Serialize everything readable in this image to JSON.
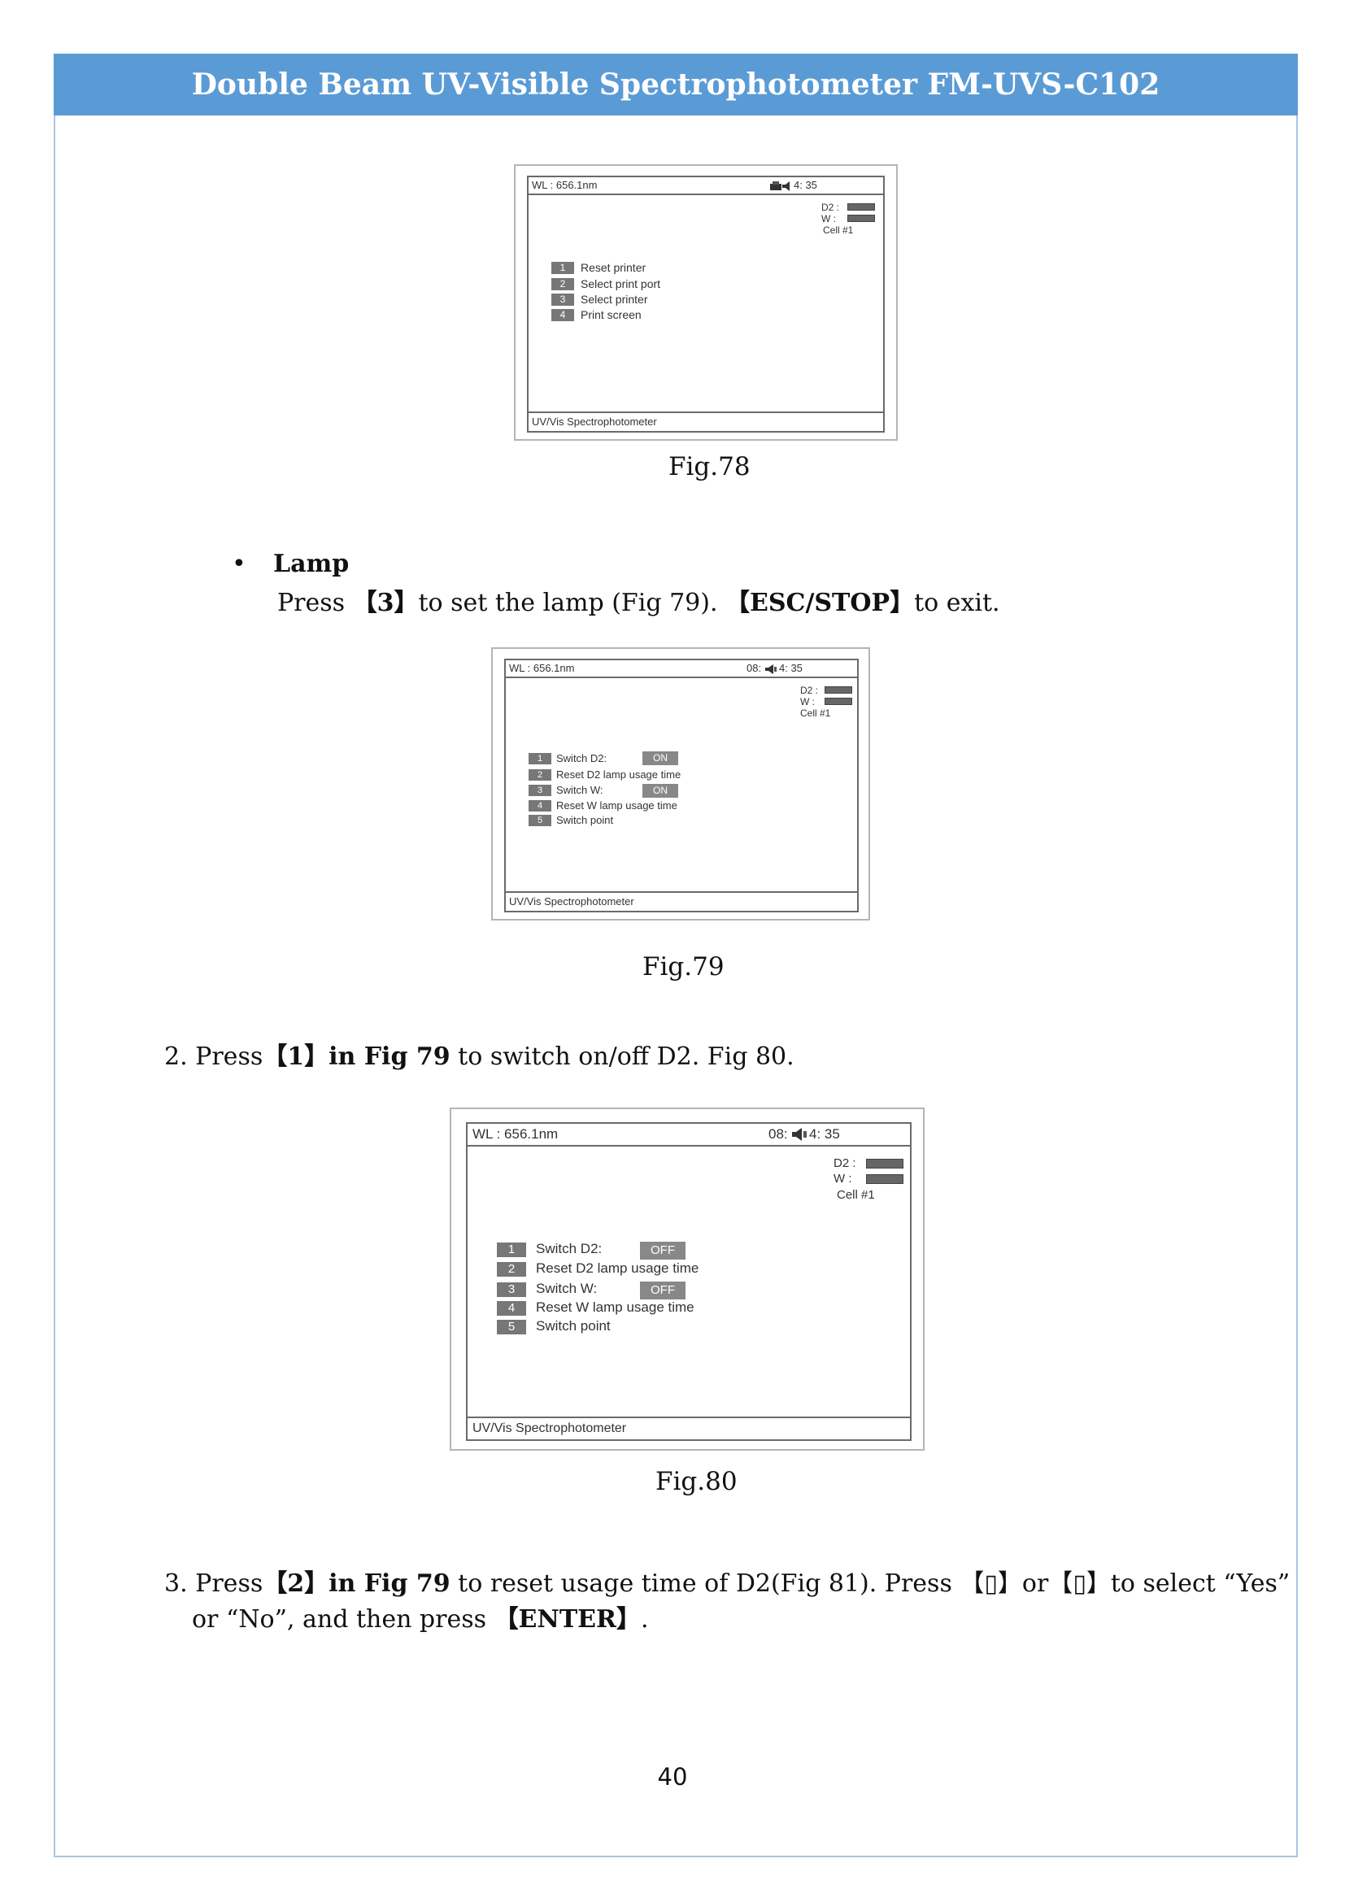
{
  "header": {
    "title": "Double Beam UV-Visible Spectrophotometer FM-UVS-C102"
  },
  "fig78": {
    "wl": "WL :   656.1nm",
    "time": "4: 35",
    "d2": "D2 :",
    "w": "W  :",
    "cell": "Cell    #1",
    "menu": [
      {
        "num": "1",
        "label": "Reset printer"
      },
      {
        "num": "2",
        "label": "Select print port"
      },
      {
        "num": "3",
        "label": "Select printer"
      },
      {
        "num": "4",
        "label": "Print screen"
      }
    ],
    "footer": "UV/Vis Spectrophotometer",
    "caption": "Fig.78"
  },
  "lamp_section": {
    "bullet": "•",
    "heading": "Lamp",
    "line_pre": "Press ",
    "key1": "【3】",
    "line_mid": "to set the lamp (Fig 79).  ",
    "key2": "【ESC/STOP】",
    "line_post": "to exit."
  },
  "fig79": {
    "wl": "WL :   656.1nm",
    "time_a": "08:",
    "time_b": "4: 35",
    "d2": "D2 :",
    "w": "W  :",
    "cell": "Cell    #1",
    "menu": [
      {
        "num": "1",
        "label": "Switch D2:",
        "state": "ON"
      },
      {
        "num": "2",
        "label": "Reset D2 lamp usage time"
      },
      {
        "num": "3",
        "label": "Switch  W:",
        "state": "ON"
      },
      {
        "num": "4",
        "label": "Reset W lamp usage time"
      },
      {
        "num": "5",
        "label": "Switch point"
      }
    ],
    "footer": "UV/Vis Spectrophotometer",
    "caption": "Fig.79"
  },
  "step2": {
    "pre": "2. Press",
    "key": "【1】in Fig 79",
    "post": " to switch on/off D2. Fig 80."
  },
  "fig80": {
    "wl": "WL :   656.1nm",
    "time_a": "08:",
    "time_b": "4: 35",
    "d2": "D2 :",
    "w": "W  :",
    "cell": "Cell    #1",
    "menu": [
      {
        "num": "1",
        "label": "Switch D2:",
        "state": "OFF"
      },
      {
        "num": "2",
        "label": "Reset D2 lamp usage time"
      },
      {
        "num": "3",
        "label": "Switch  W:",
        "state": "OFF"
      },
      {
        "num": "4",
        "label": "Reset W lamp usage time"
      },
      {
        "num": "5",
        "label": "Switch point"
      }
    ],
    "footer": "UV/Vis Spectrophotometer",
    "caption": "Fig.80"
  },
  "step3": {
    "pre": "3. Press",
    "key": "【2】in Fig 79",
    "mid": " to reset usage time of D2(Fig 81). Press 【",
    "arrow1": "▯",
    "mid2": "】or【",
    "arrow2": "▯",
    "post": "】to select “Yes”",
    "line2_pre": "or “No”, and then press ",
    "line2_key": "【ENTER】",
    "line2_post": "."
  },
  "page": {
    "number": "40"
  }
}
